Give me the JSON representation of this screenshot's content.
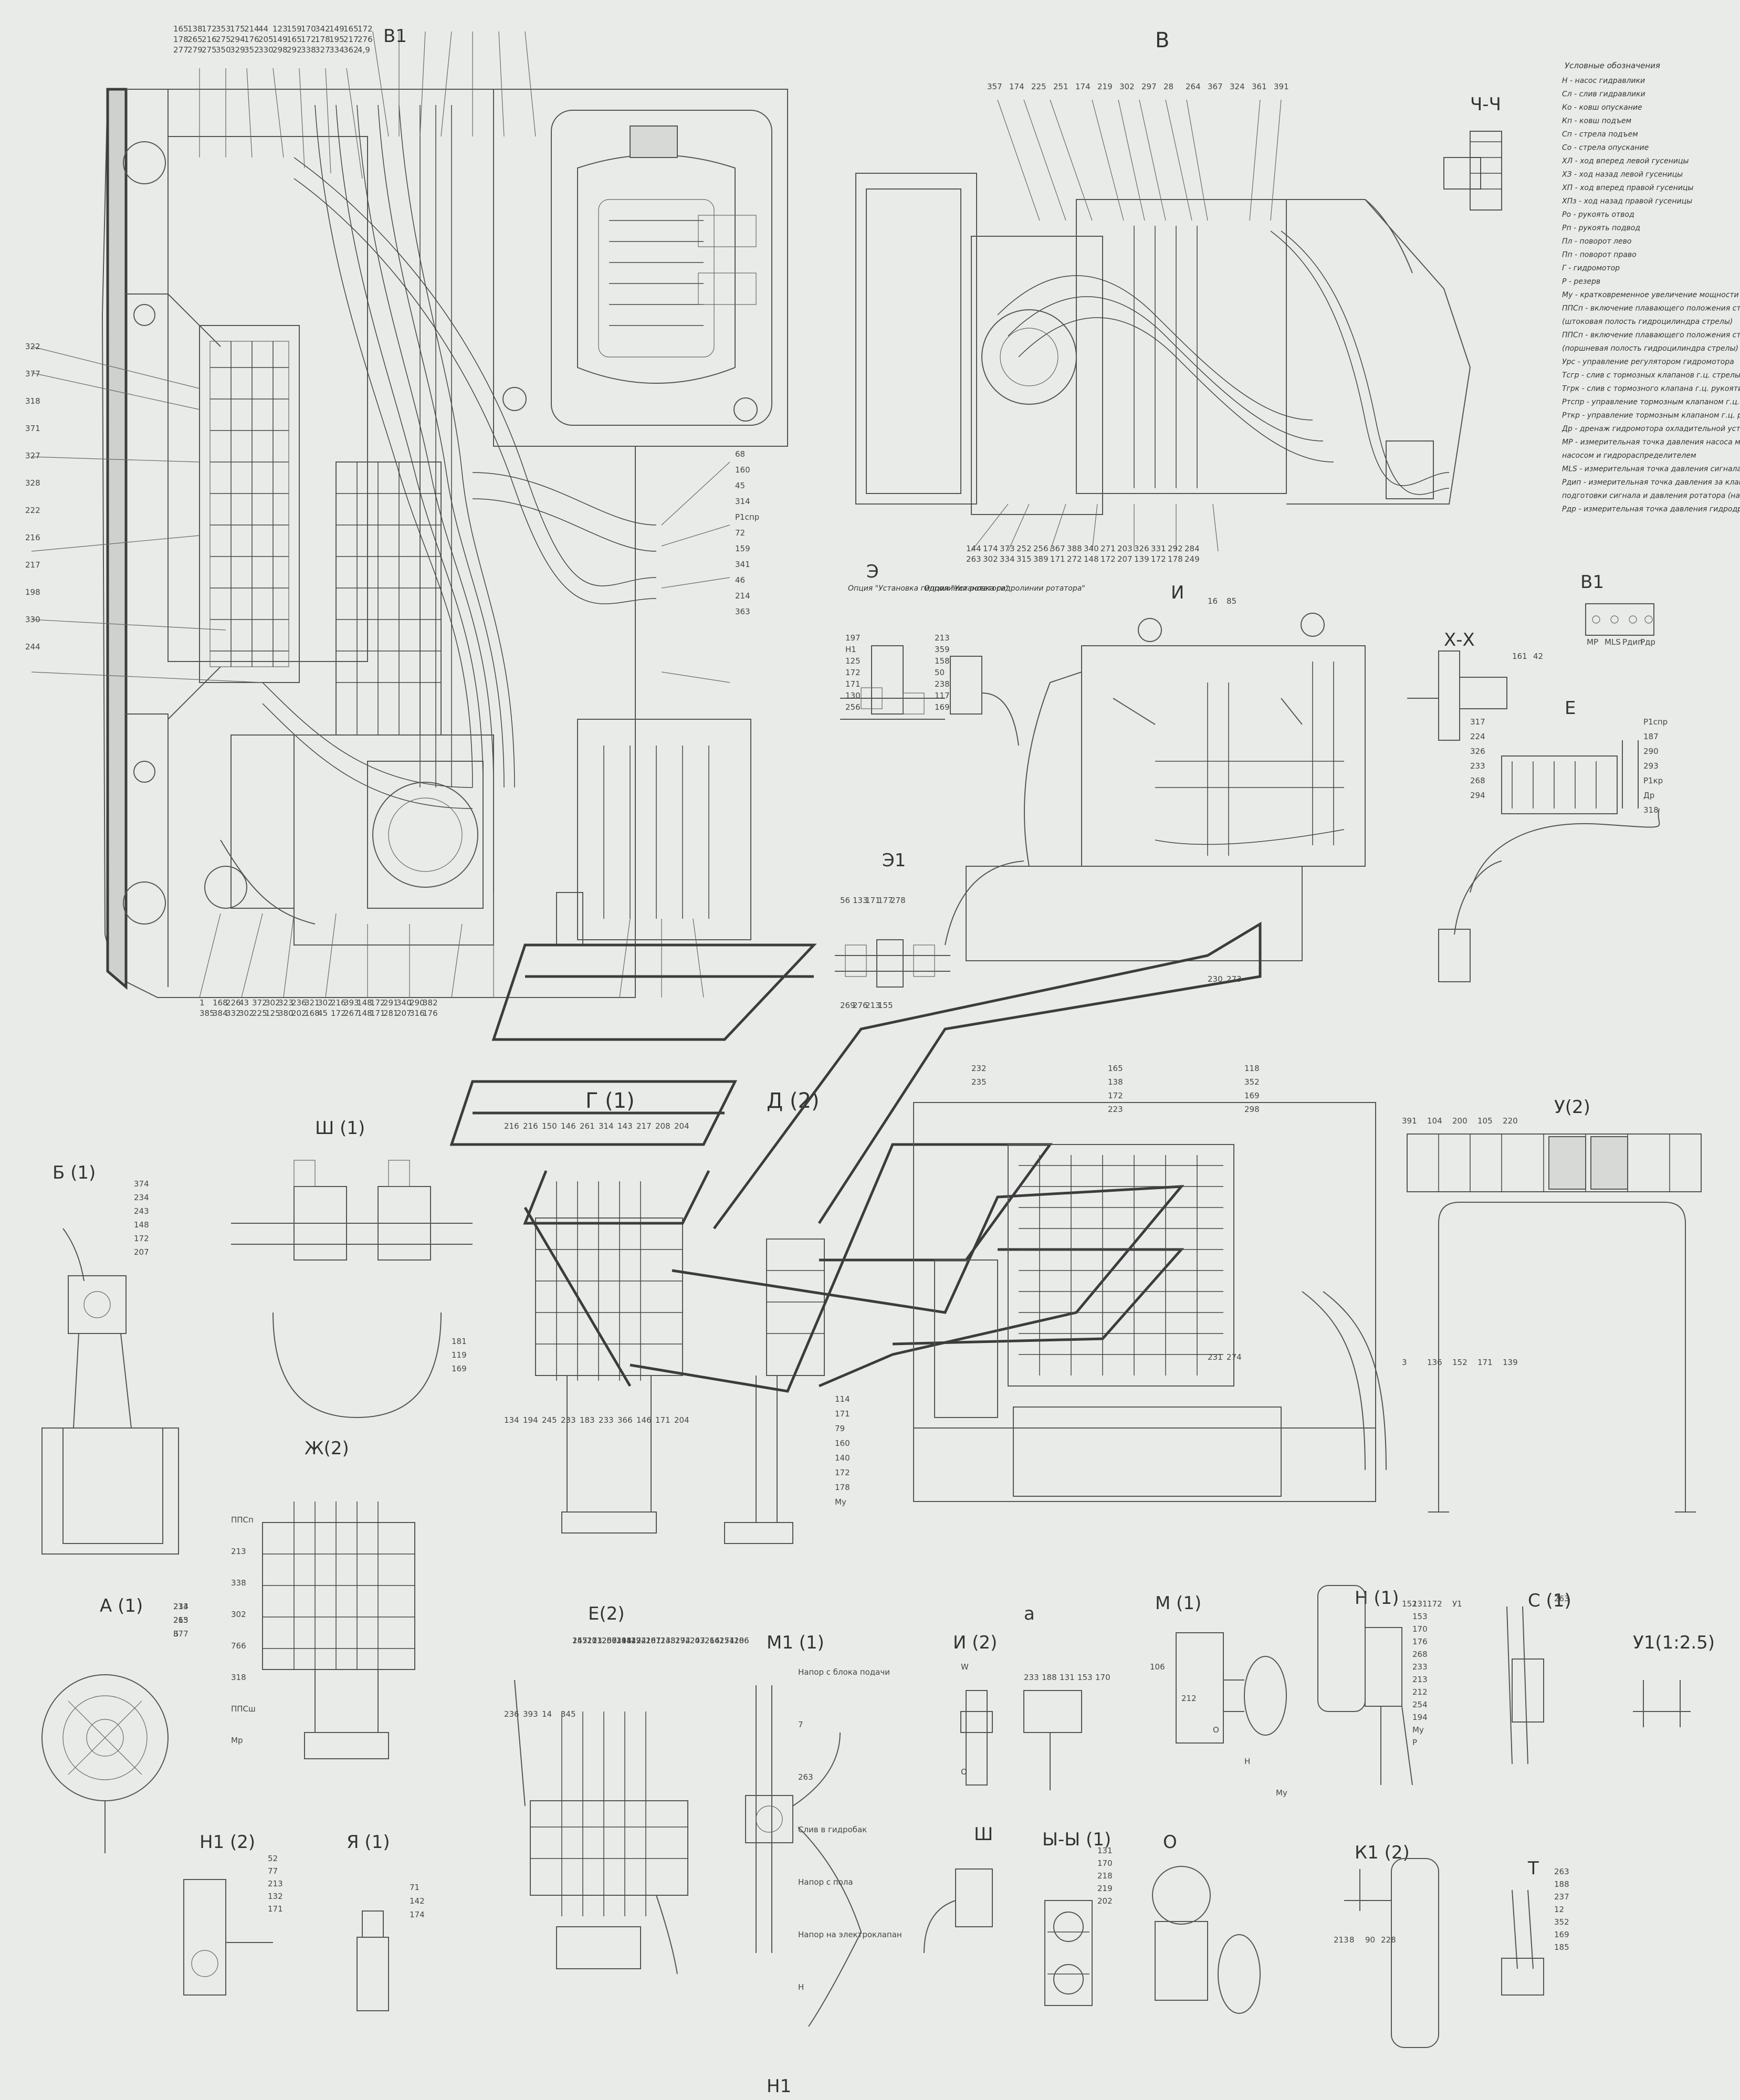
{
  "views": {
    "top_plan": "В1",
    "view_v": "В",
    "chch": "Ч-Ч",
    "e_pump": "Э",
    "e1": "Э1",
    "i_view": "И",
    "v1_small": "В1",
    "xx": "Х-Х",
    "e_right": "Е",
    "g1": "Г (1)",
    "d2": "Д (2)",
    "u2": "У(2)",
    "b1": "Б (1)",
    "sh1": "Ш (1)",
    "zh2": "Ж(2)",
    "a1": "А (1)",
    "e2": "Е(2)",
    "m1_1": "М1 (1)",
    "n1_2": "Н1 (2)",
    "ya1": "Я (1)",
    "i2": "И (2)",
    "a_small": "а",
    "m1": "М (1)",
    "n1": "Н (1)",
    "s1": "С (1)",
    "u1": "У1(1:2.5)",
    "w": "Ш",
    "yy1": "Ы-Ы (1)",
    "o": "О",
    "k1_2": "К1 (2)",
    "t": "Т",
    "n1_bottom": "Н1"
  },
  "legend": {
    "title": "Условные обозначения",
    "items": [
      "Н - насос гидравлики",
      "Сл - слив гидравлики",
      "Ко - ковш опускание",
      "Кп - ковш подъем",
      "Сп - стрела подъем",
      "Со - стрела опускание",
      "ХЛ - ход вперед левой гусеницы",
      "ХЗ - ход назад левой гусеницы",
      "ХП - ход вперед правой гусеницы",
      "ХПз - ход назад правой гусеницы",
      "Ро - рукоять отвод",
      "Рп - рукоять подвод",
      "Пл - поворот лево",
      "Пп - поворот право",
      "Г - гидромотор",
      "Р - резерв",
      "Му - кратковременное увеличение мощности",
      "ППСп - включение плавающего положения стрелы",
      "(штоковая полость гидроцилиндра стрелы)",
      "ППСп - включение плавающего положения стрелы",
      "(поршневая полость гидроцилиндра стрелы)",
      "Урс - управление регулятором гидромотора",
      "Тсгр - слив с тормозных клапанов г.ц. стрелы",
      "Тгрк - слив с тормозного клапана г.ц. рукояти",
      "Ртспр - управление тормозным клапаном г.ц. стрелы",
      "Рткр - управление тормозным клапаном г.ц. рукояти",
      "Др - дренаж гидромотора охладительной установки",
      "МР - измерительная точка давления насоса между",
      "насосом и гидрораспределителем",
      "МLS - измерительная точка давления сигнала LS",
      "Рдип - измерительная точка давления за клапаном блока",
      "подготовки сигнала и давления ротатора (насоса)",
      "Рдр - измерительная точка давления гидродренажа"
    ]
  },
  "callouts": {
    "top_plan_top": [
      "165",
      "138",
      "172",
      "353",
      "175",
      "214",
      "44",
      "123",
      "159",
      "170",
      "342",
      "149",
      "165",
      "172",
      "178",
      "265",
      "216",
      "275",
      "294",
      "176",
      "205",
      "149",
      "165",
      "172",
      "178",
      "195",
      "217",
      "276",
      "277",
      "279",
      "275",
      "350",
      "329",
      "352",
      "330",
      "298",
      "292",
      "338",
      "327",
      "334",
      "362",
      "4,9"
    ],
    "top_plan_left": [
      "322",
      "377",
      "318",
      "371",
      "327",
      "328",
      "222",
      "216",
      "217",
      "198",
      "330",
      "244"
    ],
    "top_plan_bottom": [
      "1",
      "168",
      "226",
      "43",
      "372",
      "302",
      "323",
      "236",
      "321",
      "302",
      "216",
      "393",
      "148",
      "172",
      "291",
      "340",
      "290",
      "382",
      "385",
      "384",
      "332",
      "302",
      "225",
      "125",
      "380",
      "202",
      "168",
      "45",
      "172",
      "267",
      "148",
      "171",
      "281",
      "207",
      "316",
      "176"
    ],
    "top_plan_right": [
      "68",
      "160",
      "45",
      "314",
      "Р1спр",
      "72",
      "159",
      "341",
      "46",
      "214",
      "363"
    ],
    "view_v_top": [
      "357",
      "174",
      "225",
      "251",
      "174",
      "219",
      "302",
      "297",
      "28",
      "264",
      "367",
      "324",
      "361",
      "391"
    ],
    "view_v_bottom": [
      "144",
      "174",
      "373",
      "252",
      "256",
      "367",
      "388",
      "340",
      "271",
      "203",
      "326",
      "331",
      "292",
      "284",
      "263",
      "302",
      "334",
      "315",
      "389",
      "171",
      "272",
      "148",
      "172",
      "207",
      "139",
      "172",
      "178",
      "249"
    ],
    "e_pump": [
      "197",
      "Н1",
      "125",
      "172",
      "171",
      "130",
      "256",
      "213",
      "359",
      "158",
      "50",
      "238",
      "117",
      "169"
    ],
    "e_pump_notes": [
      "Опция \"Установка гидролинии ротатора\"",
      "Опция \"Установка гидролинии ротатора\""
    ],
    "e1": [
      "56",
      "133",
      "171",
      "177",
      "278",
      "269",
      "276",
      "213",
      "155"
    ],
    "i_view": [
      "16",
      "85",
      "230",
      "273",
      "231",
      "274"
    ],
    "v1_small": [
      "МР",
      "МLS",
      "Рдип",
      "Рдр"
    ],
    "xx": [
      "161",
      "42"
    ],
    "e_right": [
      "Р1спр",
      "187",
      "290",
      "293",
      "Р1кр",
      "Др",
      "318",
      "317",
      "224",
      "326",
      "233",
      "268",
      "294"
    ],
    "g1": [
      "216",
      "216",
      "150",
      "146",
      "261",
      "314",
      "143",
      "217",
      "208",
      "204",
      "134",
      "194",
      "245",
      "233",
      "183",
      "233",
      "366",
      "146",
      "171",
      "204",
      "236",
      "393",
      "14",
      "345"
    ],
    "d2": [
      "114",
      "171",
      "79",
      "160",
      "140",
      "172",
      "178",
      "Му"
    ],
    "center_engine": [
      "118",
      "352",
      "169",
      "298",
      "165",
      "138",
      "172",
      "223",
      "232",
      "235"
    ],
    "u2": [
      "391",
      "104",
      "200",
      "105",
      "220",
      "3",
      "136",
      "152",
      "171",
      "139",
      "152",
      "172",
      "У1"
    ],
    "b1": [
      "374",
      "234",
      "243",
      "148",
      "172",
      "207"
    ],
    "sh1": [
      "181",
      "119",
      "169"
    ],
    "zh2": [
      "ППСп",
      "213",
      "338",
      "302",
      "766",
      "318",
      "ППСш",
      "Мр"
    ],
    "a1": [
      "214",
      "215",
      "377",
      "233",
      "263",
      "Б"
    ],
    "e2": [
      "147",
      "171",
      "206",
      "148",
      "172",
      "207",
      "148",
      "172",
      "207",
      "214",
      "171",
      "206",
      "147",
      "213",
      "260",
      "291",
      "294",
      "187",
      "233",
      "294",
      "243",
      "266",
      "254",
      "186",
      "255",
      "201",
      "257",
      "314",
      "42",
      "161"
    ],
    "m1_1": [
      "Напор с блока подачи",
      "7",
      "263",
      "Слив в гидробак",
      "Напор с пола",
      "Напор на электроклапан",
      "Н"
    ],
    "n1_2": [
      "52",
      "77",
      "213",
      "132",
      "171"
    ],
    "ya1": [
      "71",
      "142",
      "174"
    ],
    "i2": [
      "W",
      "О"
    ],
    "a_small": [
      "233",
      "188",
      "131",
      "153",
      "170"
    ],
    "m1": [
      "106",
      "212",
      "О",
      "Н",
      "Му"
    ],
    "n1": [
      "131",
      "153",
      "170",
      "176",
      "268",
      "233",
      "213",
      "212",
      "254",
      "194",
      "Му",
      "Р"
    ],
    "s1": [
      "263"
    ],
    "w": [],
    "yy1": [
      "131",
      "170",
      "218",
      "219",
      "202"
    ],
    "k1_2": [
      "213",
      "8",
      "90",
      "228"
    ],
    "t": [
      "263",
      "188",
      "237",
      "12",
      "352",
      "169",
      "185"
    ]
  }
}
